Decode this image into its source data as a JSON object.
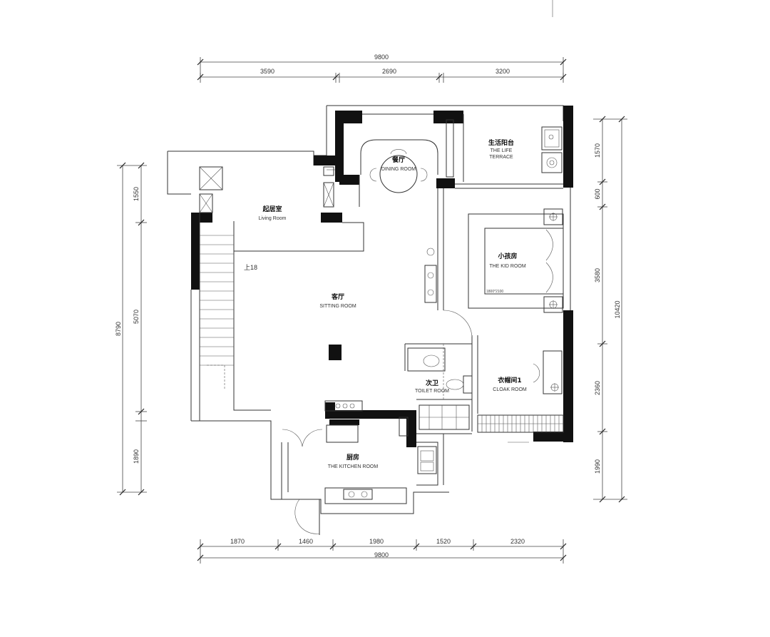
{
  "dimensions": {
    "top_total": "9800",
    "top_segments": [
      "3590",
      "2690",
      "3200"
    ],
    "bottom_segments": [
      "1870",
      "1460",
      "1980",
      "1520",
      "2320"
    ],
    "bottom_total": "9800",
    "left_total": "8790",
    "left_segments": [
      "1550",
      "5070",
      "1890"
    ],
    "right_total": "10420",
    "right_segments": [
      "1570",
      "600",
      "3580",
      "2360",
      "1990"
    ]
  },
  "rooms": {
    "dining": {
      "cn": "餐厅",
      "en": "DINING ROOM"
    },
    "terrace": {
      "cn": "生活阳台",
      "en1": "THE LIFE",
      "en2": "TERRACE"
    },
    "living": {
      "cn": "起居室",
      "en": "Living Room"
    },
    "kid": {
      "cn": "小孩房",
      "en": "THE KID ROOM"
    },
    "sitting": {
      "cn": "客厅",
      "en": "SITTING ROOM"
    },
    "toilet": {
      "cn": "次卫",
      "en": "TOILET ROOM"
    },
    "cloak": {
      "cn": "衣帽间1",
      "en": "CLOAK ROOM"
    },
    "kitchen": {
      "cn": "厨房",
      "en": "THE KITCHEN ROOM"
    }
  },
  "annotations": {
    "stairs_up": "上18",
    "bed_size": "1800*2100"
  }
}
